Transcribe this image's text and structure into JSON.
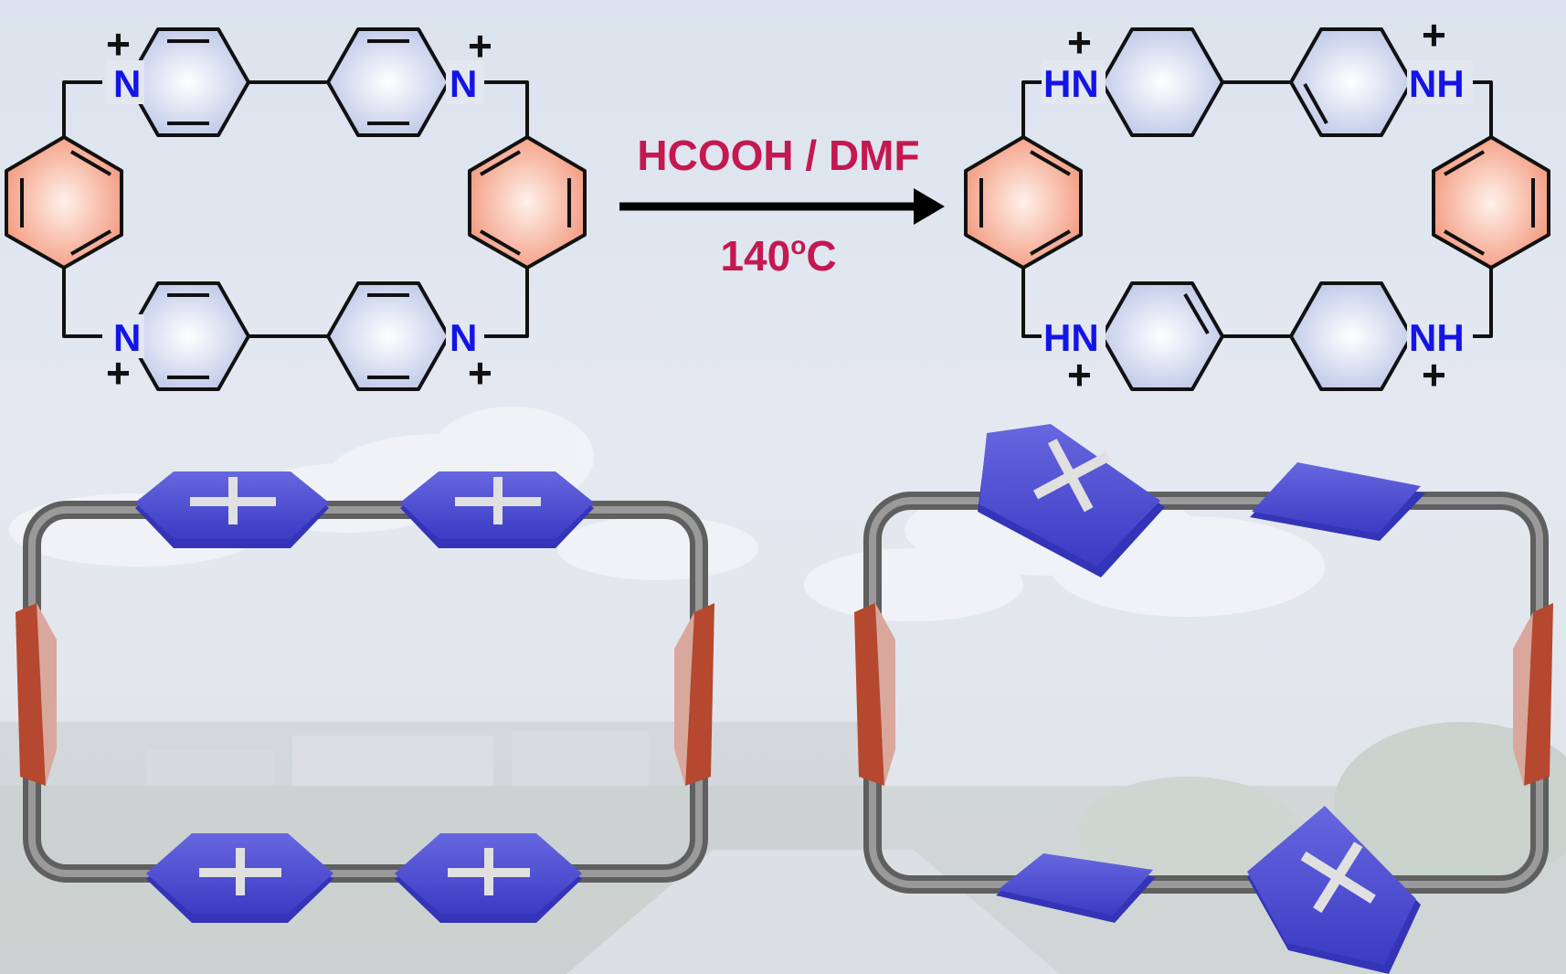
{
  "reaction": {
    "reagent": "HCOOH / DMF",
    "temperature_value": "140",
    "temperature_superscript": "o",
    "temperature_unit": "C"
  },
  "atoms": {
    "pyridinium_n": "N",
    "ammonium_hn": "HN",
    "ammonium_nh": "NH",
    "charge": "+"
  },
  "colors": {
    "nitrogen": "#1414e6",
    "reaction_text": "#c41850",
    "arene_fill": "#f4a287",
    "ring_fill": "#dfe4f4",
    "bond": "#111111",
    "model_blue": "#4a4ad0",
    "model_red": "#b5482e",
    "model_gray": "#7a7a7a"
  },
  "icons": {
    "arrow": "right-arrow-icon",
    "left_model": "macrocycle-model-planar",
    "right_model": "macrocycle-model-twisted"
  }
}
